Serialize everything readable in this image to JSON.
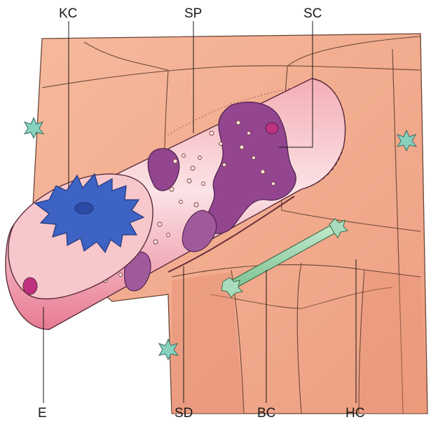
{
  "labels": {
    "kc": "KC",
    "sp": "SP",
    "sc": "SC",
    "e": "E",
    "sd": "SD",
    "bc": "BC",
    "hc": "HC"
  },
  "colors": {
    "hepatocyte": "#f2a98a",
    "hepatocyte_edge": "#5a3a2a",
    "endothelium": "#f6c2c2",
    "endothelium_dark": "#e0607a",
    "kupffer": "#3d63c4",
    "stellate": "#8a3f8e",
    "bile_canaliculus": "#9fd3a8",
    "small_cell": "#7fcfb8"
  }
}
